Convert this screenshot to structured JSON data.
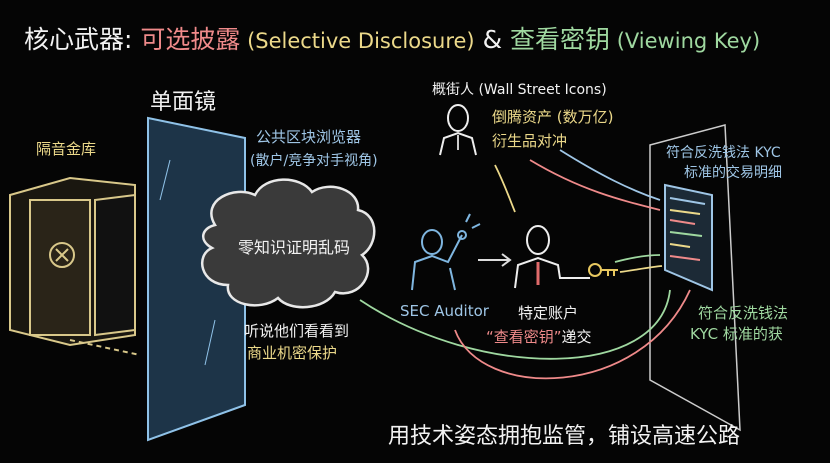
{
  "title": {
    "prefix": "核心武器: ",
    "part1_cn": "可选披露",
    "part1_en": " (Selective Disclosure)",
    "amp": " & ",
    "part2_cn": "查看密钥",
    "part2_en": " (Viewing Key)"
  },
  "left": {
    "mirror_label": "单面镜",
    "vault_label": "隔音金库",
    "explorer_label": "公共区块浏览器",
    "explorer_sub": "(散户/竞争对手视角)",
    "cloud_text": "零知识证明乱码",
    "blocked_line1": "听说他们看看到",
    "blocked_line2": "商业机密保护"
  },
  "right": {
    "wallstreet_label": "概街人 (Wall Street Icons)",
    "assets_line1": "倒腾资产 (数万亿)",
    "assets_line2": "衍生品对冲",
    "auditor_label": "SEC Auditor",
    "account_line1": "特定账户",
    "account_key": "“查看密钥”",
    "account_handover": "递交",
    "kyc_top_line1": "符合反洗钱法 KYC",
    "kyc_top_line2": "标准的交易明细",
    "kyc_bottom_line1": "符合反洗钱法",
    "kyc_bottom_line2": "KYC 标准的获"
  },
  "footer": "用技术姿态拥抱监管，铺设高速公路",
  "colors": {
    "red": "#ef8a8a",
    "yellow": "#ecd98a",
    "green": "#9fd8a0",
    "blue": "#9fc6e6"
  }
}
